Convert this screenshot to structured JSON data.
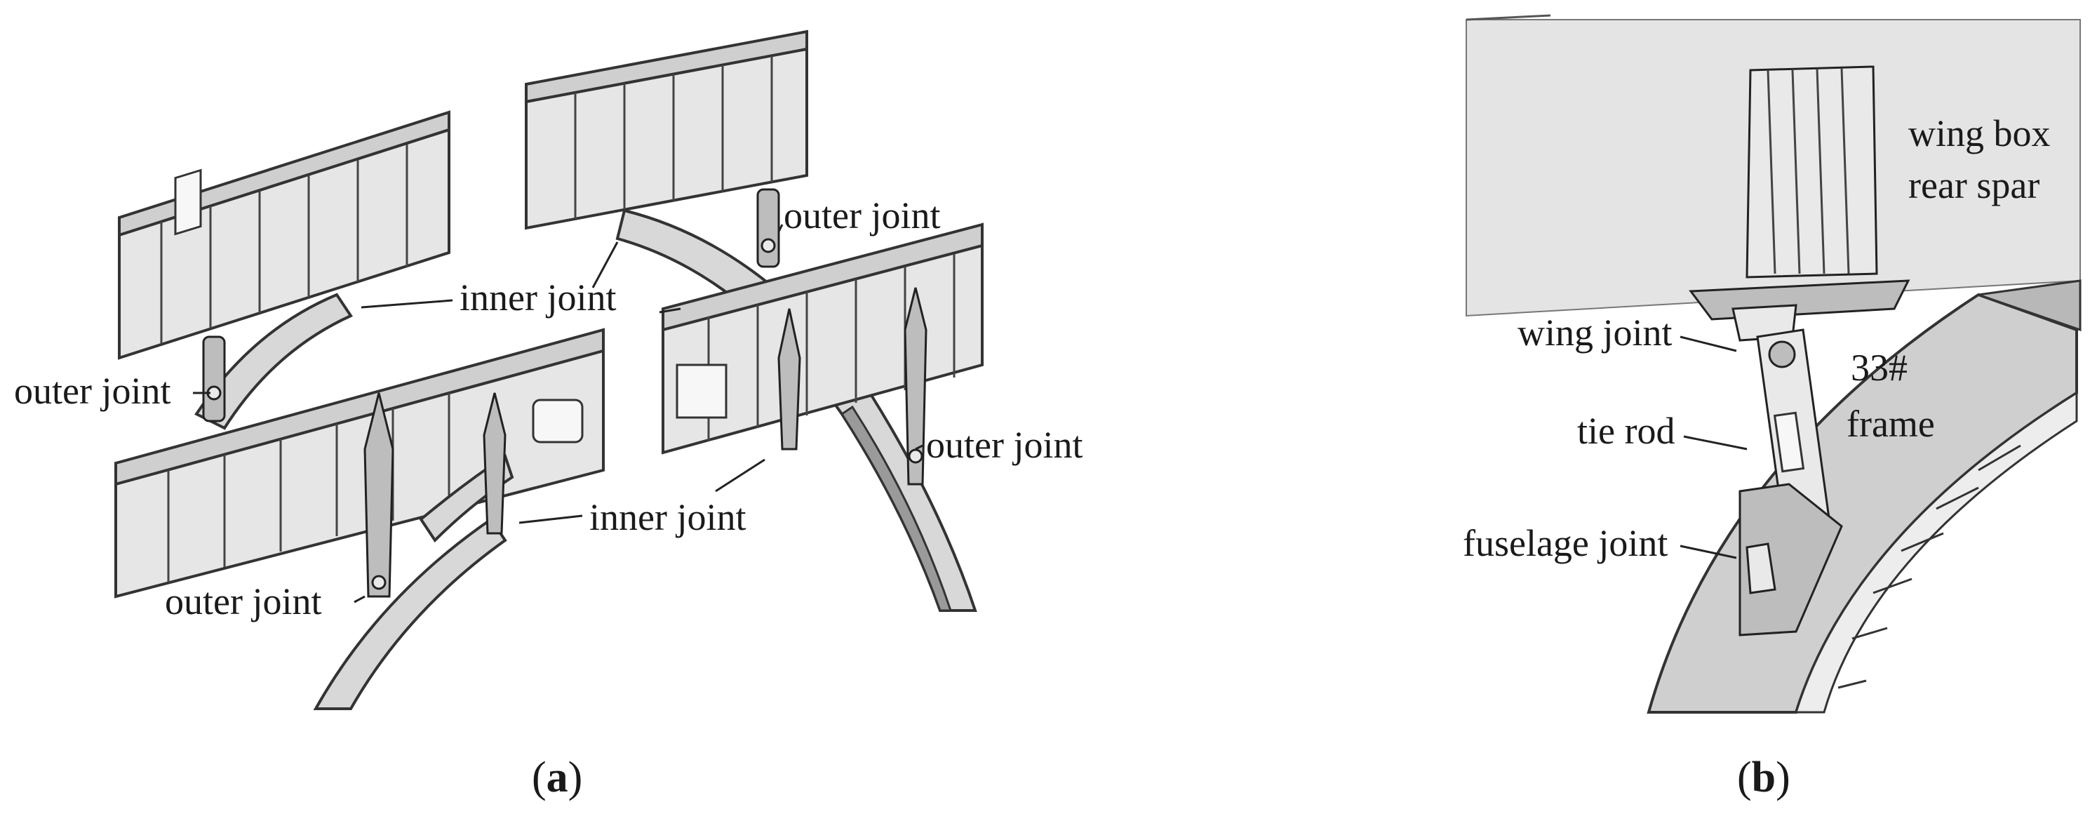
{
  "panel_a": {
    "labels": {
      "outer_joint_top_right": "outer joint",
      "inner_joint_upper": "inner joint",
      "outer_joint_left": "outer joint",
      "outer_joint_right_mid": "outer joint",
      "inner_joint_lower": "inner joint",
      "outer_joint_bottom": "outer joint"
    },
    "caption": {
      "open": "(",
      "letter": "a",
      "close": ")"
    }
  },
  "panel_b": {
    "labels": {
      "wing_box_line1": "wing box",
      "wing_box_line2": "rear spar",
      "wing_joint": "wing joint",
      "frame_line1": "33#",
      "frame_line2": "frame",
      "tie_rod": "tie rod",
      "fuselage_joint": "fuselage joint"
    },
    "caption": {
      "open": "(",
      "letter": "b",
      "close": ")"
    }
  },
  "colors": {
    "line": "#222222",
    "fill_light": "#e6e6e6",
    "fill_mid": "#bdbdbd",
    "background": "#ffffff"
  }
}
